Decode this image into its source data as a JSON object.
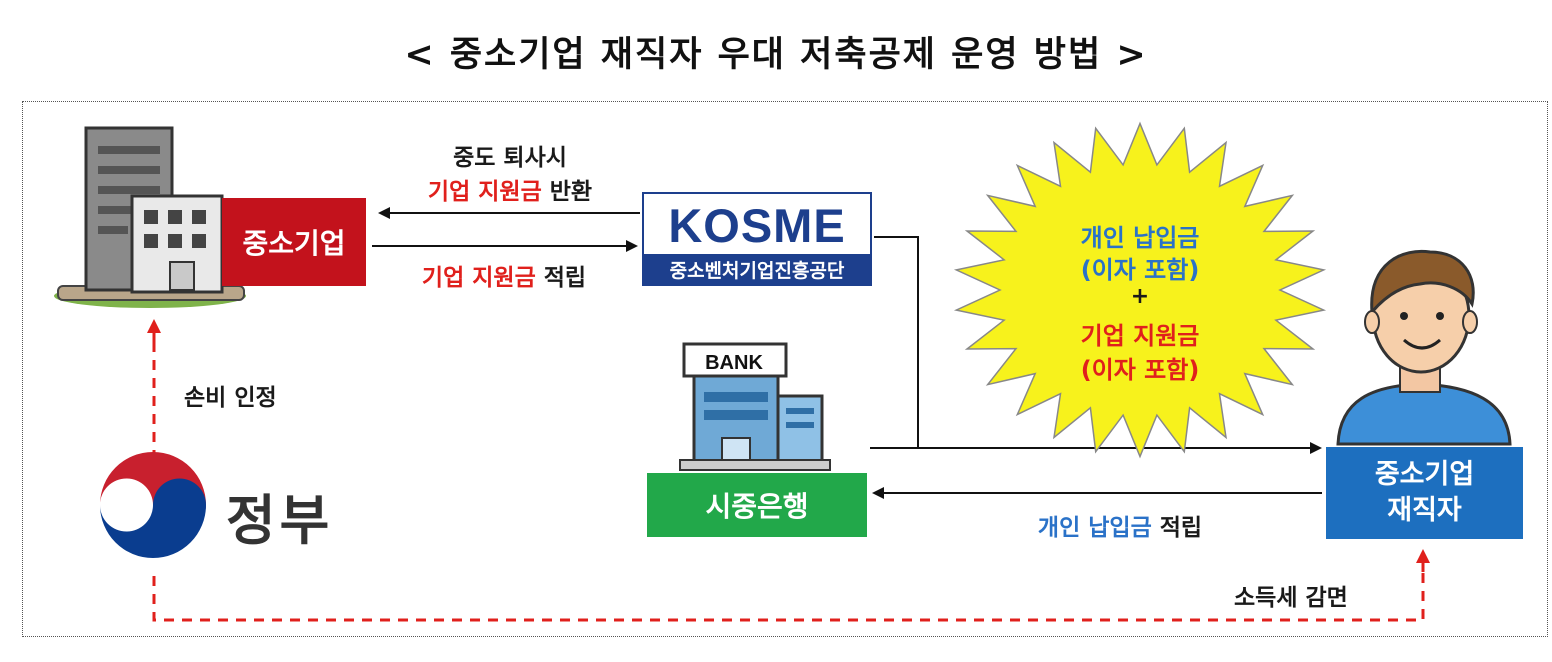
{
  "title": "< 중소기업 재직자 우대 저축공제 운영 방법 >",
  "sme_label": "중소기업",
  "kosme": {
    "logo": "KOSME",
    "name": "중소벤처기업진흥공단"
  },
  "bank": {
    "sign": "BANK",
    "name": "시중은행"
  },
  "worker": {
    "line1": "중소기업",
    "line2": "재직자"
  },
  "government": "정부",
  "arrows": {
    "return_line1": "중도 퇴사시",
    "return_line2_red": "기업 지원금",
    "return_line2_rest": " 반환",
    "accumulate_red": "기업 지원금",
    "accumulate_rest": " 적립",
    "personal_blue": "개인 납입금",
    "personal_rest": " 적립",
    "cost_recognition": "손비 인정",
    "tax_reduction": "소득세 감면"
  },
  "burst": {
    "line1": "개인 납입금",
    "line2": "(이자 포함)",
    "plus": "+",
    "line3": "기업 지원금",
    "line4": "(이자 포함)"
  },
  "colors": {
    "red": "#e0201c",
    "blue": "#2a72c8",
    "sme_red": "#c3121c",
    "kosme_navy": "#1d3f8d",
    "bank_green": "#22a84a",
    "worker_blue": "#1d6fbf",
    "burst_yellow": "#f7f21c"
  }
}
